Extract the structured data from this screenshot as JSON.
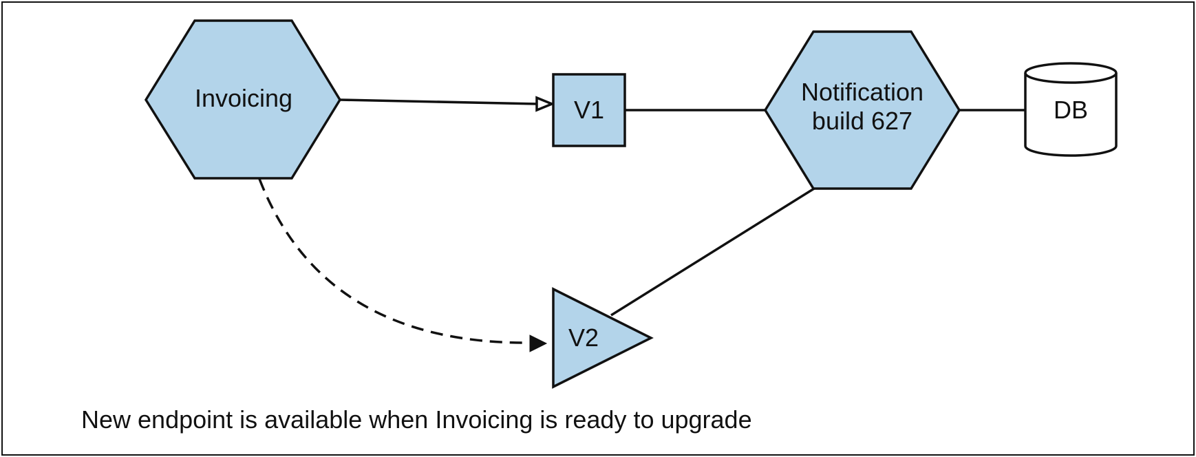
{
  "diagram": {
    "nodes": {
      "invoicing": {
        "label": "Invoicing",
        "shape": "hexagon"
      },
      "v1": {
        "label": "V1",
        "shape": "square"
      },
      "notification": {
        "label_line1": "Notification",
        "label_line2": "build 627",
        "shape": "hexagon"
      },
      "db": {
        "label": "DB",
        "shape": "cylinder"
      },
      "v2": {
        "label": "V2",
        "shape": "triangle"
      }
    },
    "edges": [
      {
        "from": "invoicing",
        "to": "v1",
        "style": "solid",
        "arrow": "open"
      },
      {
        "from": "v1",
        "to": "notification",
        "style": "solid",
        "arrow": "none"
      },
      {
        "from": "notification",
        "to": "db",
        "style": "solid",
        "arrow": "none"
      },
      {
        "from": "notification",
        "to": "v2",
        "style": "solid",
        "arrow": "none"
      },
      {
        "from": "invoicing",
        "to": "v2",
        "style": "dashed",
        "arrow": "filled"
      }
    ],
    "caption": "New endpoint is available when Invoicing is ready to upgrade"
  },
  "colors": {
    "node_fill": "#b3d4ea",
    "stroke": "#111111",
    "background": "#ffffff"
  }
}
